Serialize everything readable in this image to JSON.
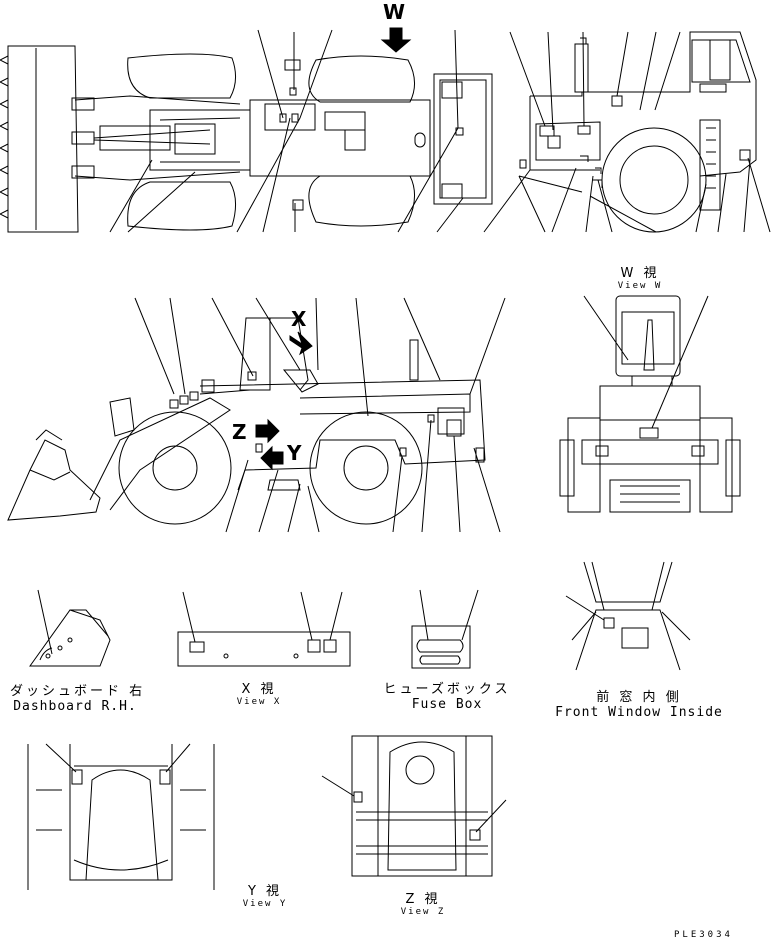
{
  "view_markers": {
    "w": "W",
    "x": "X",
    "y": "Y",
    "z": "Z"
  },
  "panels": {
    "view_w": {
      "jp": "W  視",
      "en": "View W"
    },
    "dashboard": {
      "jp": "ダッシュボード 右",
      "en": "Dashboard R.H."
    },
    "view_x": {
      "jp": "X  視",
      "en": "View X"
    },
    "fuse_box": {
      "jp": "ヒューズボックス",
      "en": "Fuse Box"
    },
    "front_window": {
      "jp": "前 窓 内 側",
      "en": "Front Window Inside"
    },
    "view_y": {
      "jp": "Y  視",
      "en": "View Y"
    },
    "view_z": {
      "jp": "Z  視",
      "en": "View Z"
    }
  },
  "drawing_code": "PLE3034"
}
